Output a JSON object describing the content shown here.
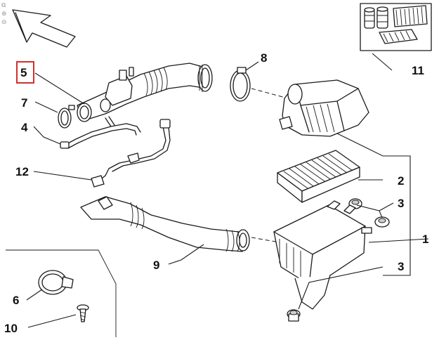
{
  "callouts": {
    "c1": "1",
    "c2": "2",
    "c3a": "3",
    "c3b": "3",
    "c4": "4",
    "c5": "5",
    "c6": "6",
    "c7": "7",
    "c8": "8",
    "c9": "9",
    "c10": "10",
    "c11": "11",
    "c12": "12"
  },
  "highlighted_callout": "5",
  "colors": {
    "highlight": "#d32f2f",
    "line": "#1a1a1a",
    "background": "#ffffff"
  },
  "toolbar": {
    "icons": [
      "copy-icon",
      "zoom-in-icon",
      "zoom-out-icon"
    ]
  }
}
